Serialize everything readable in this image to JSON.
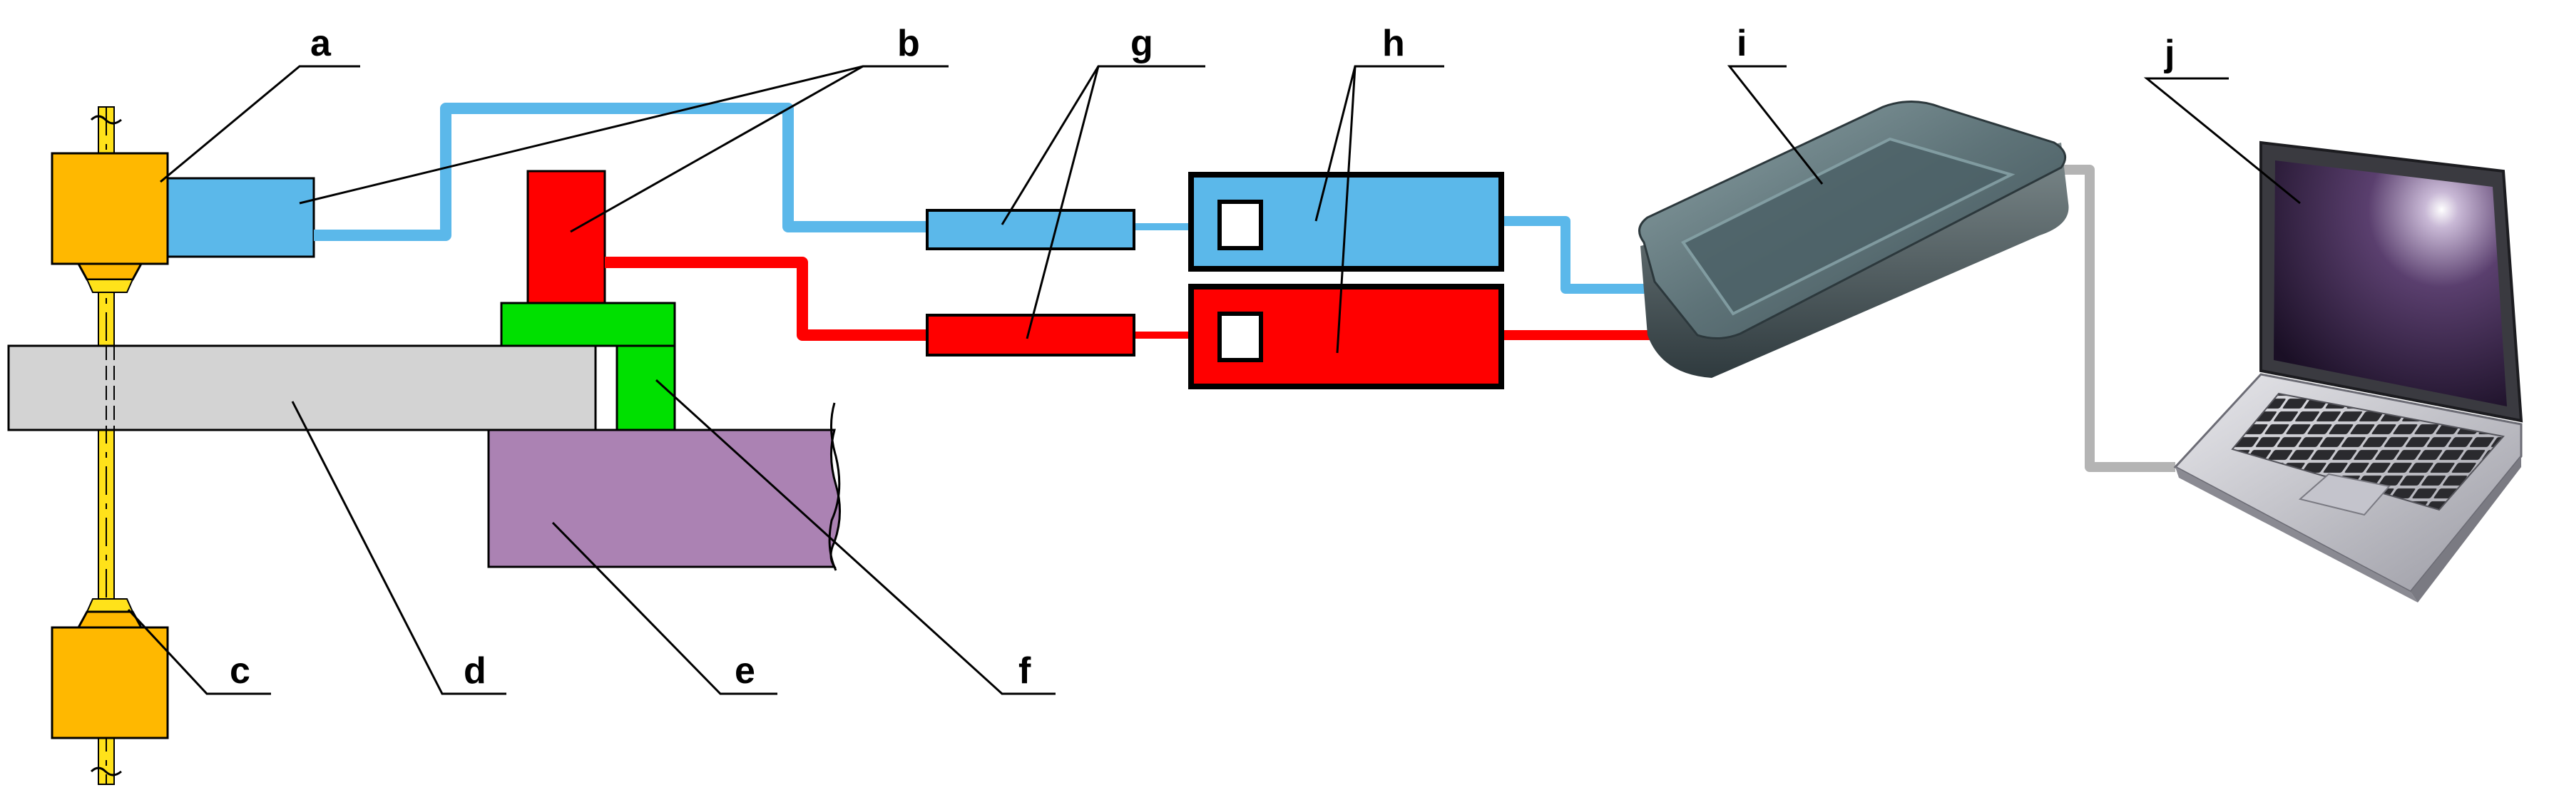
{
  "labels": {
    "a": "a",
    "b": "b",
    "c": "c",
    "d": "d",
    "e": "e",
    "f": "f",
    "g": "g",
    "h": "h",
    "i": "i",
    "j": "j"
  },
  "colors": {
    "clamp": "#FFB800",
    "shaft": "#FFE21A",
    "blue_channel": "#5BB8EA",
    "red_channel": "#FF0000",
    "green_block": "#00E000",
    "grey_bar": "#D3D3D3",
    "purple_base": "#AB82B3",
    "grey_cable": "#B4B4B4",
    "outline": "#000000"
  },
  "icons": {
    "daq_device": "daq-box-icon",
    "computer": "laptop-icon"
  }
}
